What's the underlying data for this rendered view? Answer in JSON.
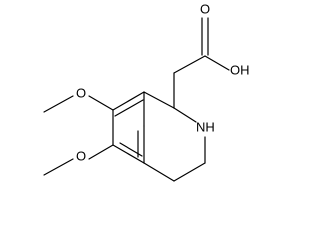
{
  "molecule": {
    "atoms": {
      "carbonyl_oxygen": "O",
      "hydroxyl": "OH",
      "amine": "NH",
      "methoxy_oxygen_upper": "O",
      "methoxy_oxygen_lower": "O"
    }
  }
}
